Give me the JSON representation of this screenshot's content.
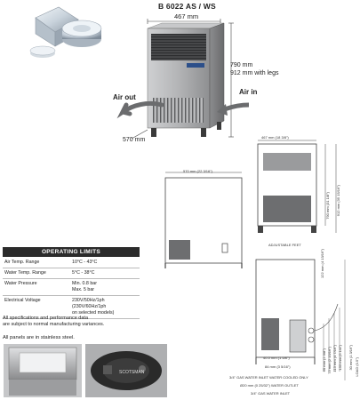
{
  "header": {
    "model": "B 6022 AS / WS",
    "width": "467 mm",
    "height": "790 mm",
    "height_with_legs": "912 mm with legs",
    "depth": "570 mm",
    "air_out": "Air out",
    "air_in": "Air in"
  },
  "drawing": {
    "front_width": "467 mm (18 3/8\")",
    "side_width": "570 mm (22 3/16\")",
    "height_790": "790 mm (31 1/8\")",
    "height_912": "912 mm (35 15/16\")",
    "adjustable_feet": "ADJUSTABLE FEET",
    "dim_122": "122 mm (4 13/16\")",
    "dim_405": "40.5 mm (1 5/8\")",
    "dim_84": "84 mm (3 5/16\")",
    "dim_60": "60 mm (2 3/8\")",
    "dim_75": "75 mm (2 15/16\")",
    "dim_113": "113 mm (4 7/16\")",
    "dim_133": "133 mm (5 1/4\")",
    "dim_30": "30 mm (1 3/16\")",
    "label_inlet_cooled": "3/4\" GAS WATER INLET WATER COOLED ONLY",
    "label_outlet": "Ø20 mm (0 25/32\") WATER OUTLET",
    "label_inlet": "3/4\" GAS WATER INLET",
    "label_load": "LOAD (0.5\")"
  },
  "operating_limits": {
    "title": "OPERATING LIMITS",
    "rows": [
      {
        "label": "Air Temp. Range",
        "value": "10°C - 43°C"
      },
      {
        "label": "Water Temp. Range",
        "value": "5°C - 38°C"
      },
      {
        "label": "Water Pressure",
        "value": "Min. 0.8 bar\nMax. 5 bar"
      },
      {
        "label": "Electrical Voltage",
        "value": "230V/50Hz/1ph\n(230V/60Hz/1ph\non selected models)"
      }
    ]
  },
  "notes": {
    "line1": "All specifications and performance data",
    "line2": "are subject to normal manufacturing variances.",
    "line3": "All panels are in stainless steel."
  },
  "brand": "SCOTSMAN",
  "colors": {
    "steel": "#a8a9ab",
    "steel_dark": "#5f6062",
    "grille": "#3a3b3d",
    "line": "#444444",
    "arrow": "#6b6c6e"
  }
}
